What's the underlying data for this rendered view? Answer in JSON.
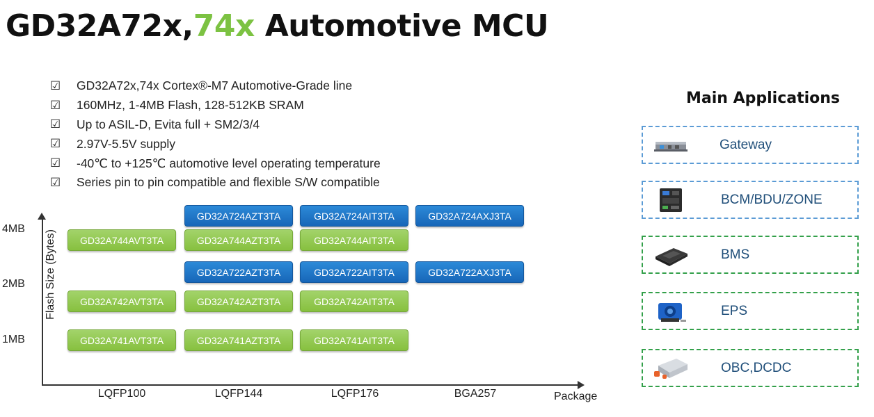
{
  "title": {
    "main": "GD32A72x,",
    "accent": "74x",
    "rest": " Automotive MCU"
  },
  "features": [
    "GD32A72x,74x Cortex®-M7 Automotive-Grade line",
    "160MHz, 1-4MB Flash, 128-512KB SRAM",
    "Up to ASIL-D, Evita full + SM2/3/4",
    "2.97V-5.5V supply",
    "-40℃ to +125℃ automotive level operating temperature",
    "Series pin to pin compatible and flexible S/W compatible"
  ],
  "check_glyph": "☑",
  "chart_data": {
    "type": "table",
    "xlabel": "Package",
    "ylabel": "Flash Size (Bytes)",
    "x_categories": [
      "LQFP100",
      "LQFP144",
      "LQFP176",
      "BGA257"
    ],
    "y_categories": [
      "1MB",
      "2MB",
      "4MB"
    ],
    "colors": {
      "green": "#8cc63f",
      "blue": "#1f77c9"
    },
    "parts": [
      {
        "name": "GD32A744AVT3TA",
        "package": "LQFP100",
        "flash": "4MB",
        "series": "GD32A74x",
        "color": "green"
      },
      {
        "name": "GD32A724AZT3TA",
        "package": "LQFP144",
        "flash": "4MB",
        "series": "GD32A72x",
        "color": "blue"
      },
      {
        "name": "GD32A744AZT3TA",
        "package": "LQFP144",
        "flash": "4MB",
        "series": "GD32A74x",
        "color": "green"
      },
      {
        "name": "GD32A724AIT3TA",
        "package": "LQFP176",
        "flash": "4MB",
        "series": "GD32A72x",
        "color": "blue"
      },
      {
        "name": "GD32A744AIT3TA",
        "package": "LQFP176",
        "flash": "4MB",
        "series": "GD32A74x",
        "color": "green"
      },
      {
        "name": "GD32A724AXJ3TA",
        "package": "BGA257",
        "flash": "4MB",
        "series": "GD32A72x",
        "color": "blue"
      },
      {
        "name": "GD32A722AZT3TA",
        "package": "LQFP144",
        "flash": "2MB",
        "series": "GD32A72x",
        "color": "blue"
      },
      {
        "name": "GD32A722AIT3TA",
        "package": "LQFP176",
        "flash": "2MB",
        "series": "GD32A72x",
        "color": "blue"
      },
      {
        "name": "GD32A722AXJ3TA",
        "package": "BGA257",
        "flash": "2MB",
        "series": "GD32A72x",
        "color": "blue"
      },
      {
        "name": "GD32A742AVT3TA",
        "package": "LQFP100",
        "flash": "2MB",
        "series": "GD32A74x",
        "color": "green"
      },
      {
        "name": "GD32A742AZT3TA",
        "package": "LQFP144",
        "flash": "2MB",
        "series": "GD32A74x",
        "color": "green"
      },
      {
        "name": "GD32A742AIT3TA",
        "package": "LQFP176",
        "flash": "2MB",
        "series": "GD32A74x",
        "color": "green"
      },
      {
        "name": "GD32A741AVT3TA",
        "package": "LQFP100",
        "flash": "1MB",
        "series": "GD32A74x",
        "color": "green"
      },
      {
        "name": "GD32A741AZT3TA",
        "package": "LQFP144",
        "flash": "1MB",
        "series": "GD32A74x",
        "color": "green"
      },
      {
        "name": "GD32A741AIT3TA",
        "package": "LQFP176",
        "flash": "1MB",
        "series": "GD32A74x",
        "color": "green"
      }
    ]
  },
  "applications": {
    "title": "Main Applications",
    "items": [
      {
        "label": "Gateway",
        "border": "blue",
        "icon": "gateway-module-icon"
      },
      {
        "label": "BCM/BDU/ZONE",
        "border": "blue",
        "icon": "bcm-module-icon"
      },
      {
        "label": "BMS",
        "border": "green",
        "icon": "bms-module-icon"
      },
      {
        "label": "EPS",
        "border": "green",
        "icon": "eps-module-icon"
      },
      {
        "label": "OBC,DCDC",
        "border": "green",
        "icon": "obc-module-icon"
      }
    ]
  }
}
